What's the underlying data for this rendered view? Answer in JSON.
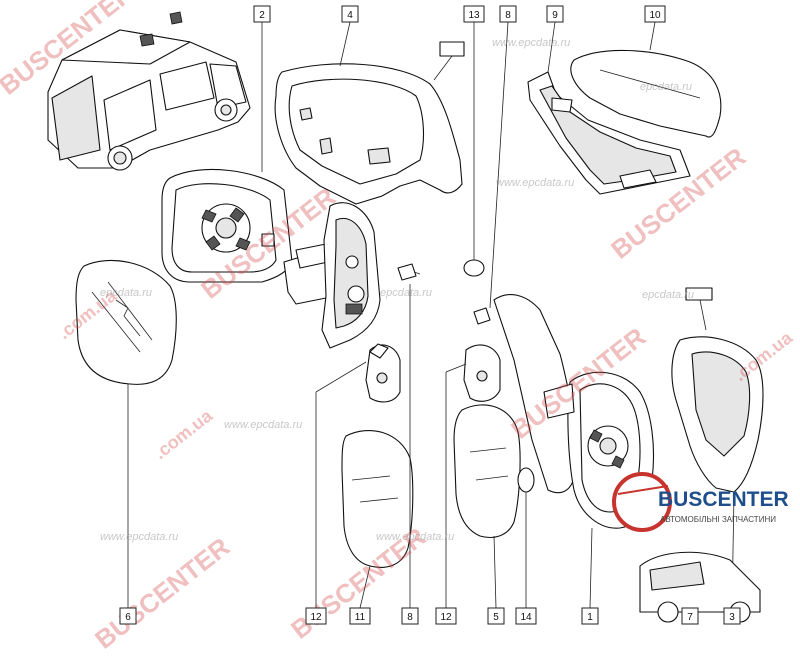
{
  "callouts": [
    {
      "id": "c2",
      "label": "2"
    },
    {
      "id": "c4",
      "label": "4"
    },
    {
      "id": "c13",
      "label": "13"
    },
    {
      "id": "c8top",
      "label": "8"
    },
    {
      "id": "c9",
      "label": "9"
    },
    {
      "id": "c10",
      "label": "10"
    },
    {
      "id": "c6",
      "label": "6"
    },
    {
      "id": "c12a",
      "label": "12"
    },
    {
      "id": "c11",
      "label": "11"
    },
    {
      "id": "c8bottom",
      "label": "8"
    },
    {
      "id": "c12b",
      "label": "12"
    },
    {
      "id": "c5",
      "label": "5"
    },
    {
      "id": "c14",
      "label": "14"
    },
    {
      "id": "c1",
      "label": "1"
    },
    {
      "id": "c7",
      "label": "7"
    },
    {
      "id": "c3",
      "label": "3"
    }
  ],
  "watermarks": {
    "brand": "BUSCENTER",
    "domain_ua": ".com.ua",
    "epc": "www.epcdata.ru",
    "epc_short": "epcdata.ru"
  },
  "logo": {
    "name": "BUSCENTER",
    "tagline": "АВТОМОБІЛЬНІ ЗАПЧАСТИНИ"
  }
}
